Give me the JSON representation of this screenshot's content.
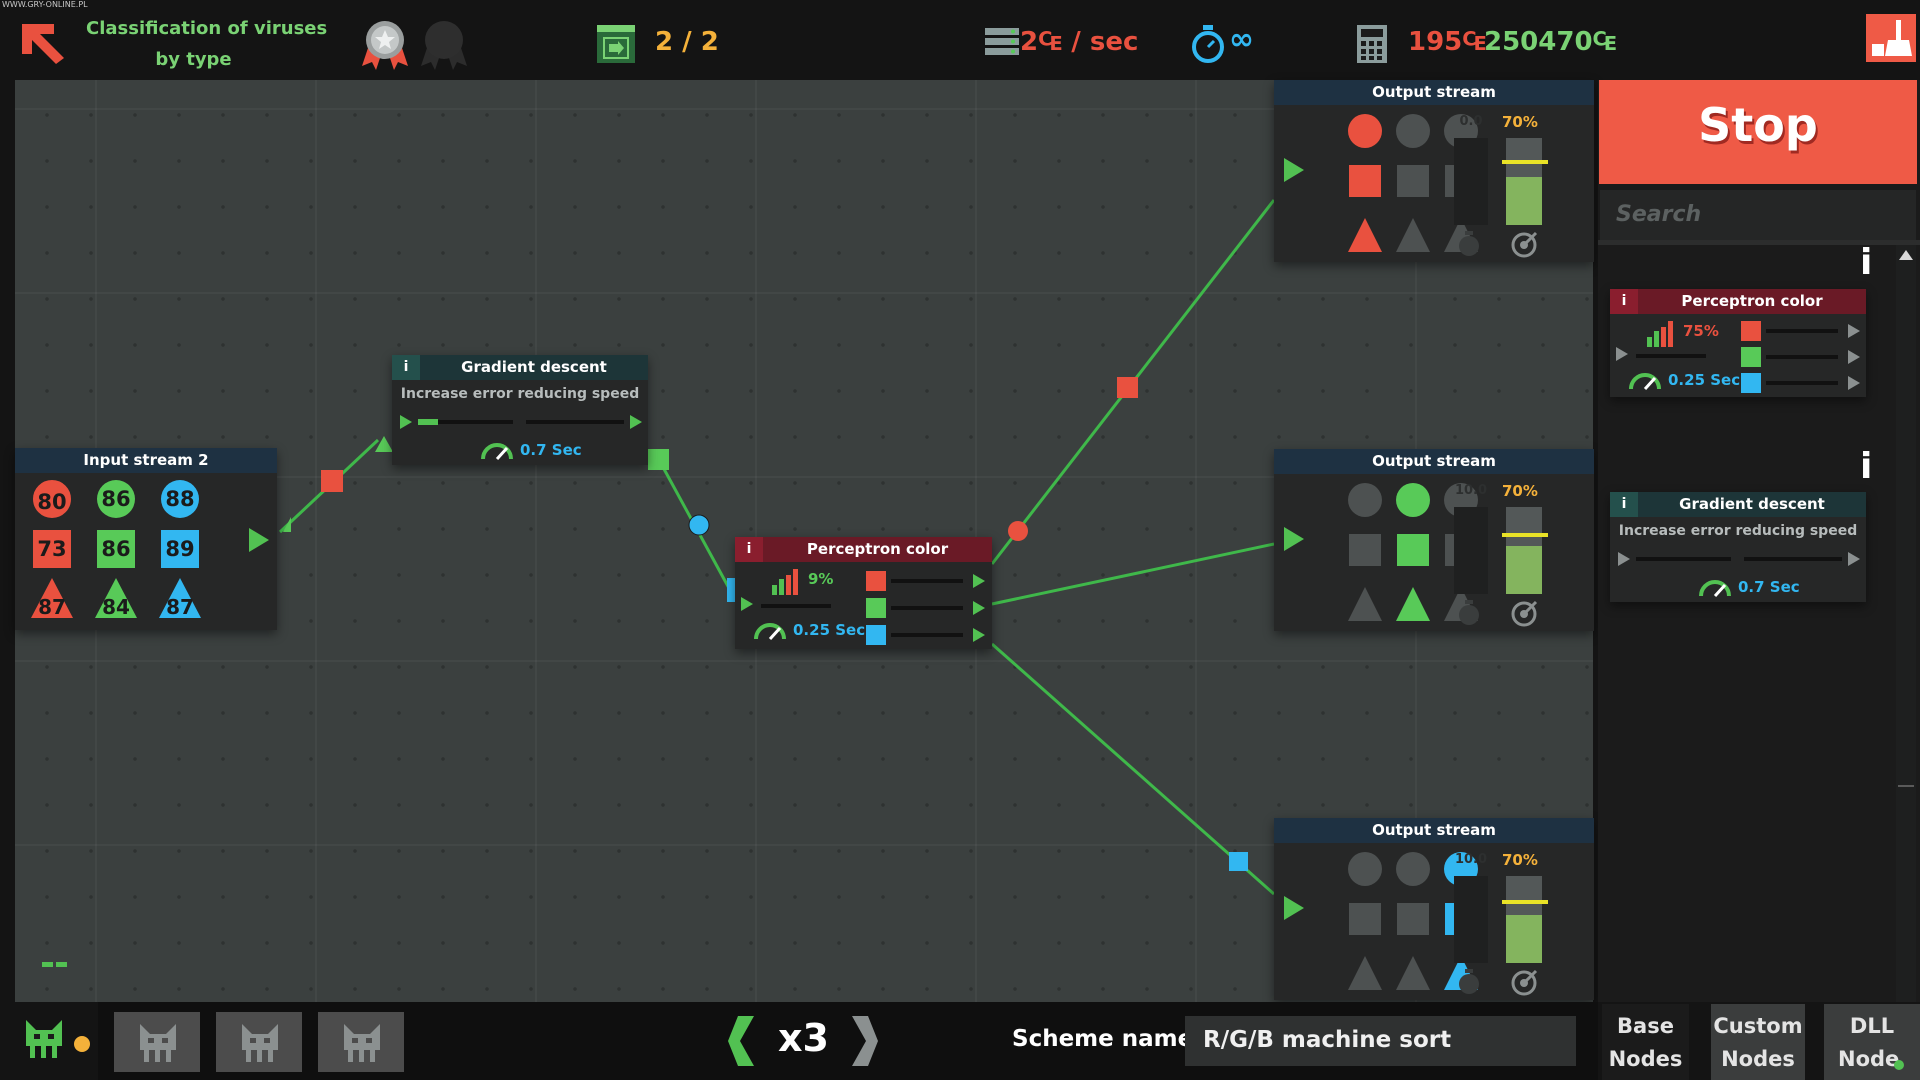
{
  "header": {
    "level_title_line1": "Classification of viruses",
    "level_title_line2": "by type",
    "progress": "2 / 2",
    "income_rate": "2₠ / sec",
    "time_limit": "∞",
    "cost": "195₠",
    "balance": "250470₠"
  },
  "nodes": {
    "input_stream": {
      "title": "Input stream 2",
      "values": [
        [
          "80",
          "86",
          "88"
        ],
        [
          "73",
          "86",
          "89"
        ],
        [
          "87",
          "84",
          "87"
        ]
      ]
    },
    "gradient_descent": {
      "title": "Gradient descent",
      "subtitle": "Increase error reducing speed",
      "speed": "0.7 Sec",
      "info": "i"
    },
    "perceptron": {
      "title": "Perceptron color",
      "accuracy": "9%",
      "speed": "0.25 Sec",
      "info": "i"
    },
    "outputs": [
      {
        "title": "Output stream",
        "percent": "70%",
        "timer": "0.0",
        "fill": 0.55
      },
      {
        "title": "Output stream",
        "percent": "70%",
        "timer": "10.0",
        "fill": 0.55
      },
      {
        "title": "Output stream",
        "percent": "70%",
        "timer": "10.0",
        "fill": 0.55
      }
    ]
  },
  "sidebar": {
    "stop_label": "Stop",
    "search_placeholder": "Search",
    "info_icon": "i",
    "perceptron": {
      "title": "Perceptron color",
      "accuracy": "75%",
      "speed": "0.25 Sec",
      "info": "i"
    },
    "gradient": {
      "title": "Gradient descent",
      "subtitle": "Increase error reducing speed",
      "speed": "0.7 Sec",
      "info": "i"
    },
    "tabs": [
      {
        "line1": "Base",
        "line2": "Nodes"
      },
      {
        "line1": "Custom",
        "line2": "Nodes"
      },
      {
        "line1": "DLL",
        "line2": "Node"
      }
    ]
  },
  "footer": {
    "speed_multiplier": "x3",
    "scheme_label": "Scheme name :",
    "scheme_name": "R/G/B machine sort"
  },
  "watermark": "WWW.GRY-ONLINE.PL",
  "colors": {
    "red": "#e9513f",
    "green": "#58ca58",
    "blue": "#32b7f1",
    "gold": "#f4b13a",
    "mint": "#7ad274",
    "stop_bg": "#ef5a46",
    "wire": "#3fb84a"
  },
  "icons": [
    "back-arrow-icon",
    "medal-icon",
    "medal-locked-icon",
    "exit-level-icon",
    "server-income-icon",
    "stopwatch-icon",
    "calculator-icon",
    "cleanup-broom-icon",
    "speed-gauge-icon",
    "bar-chart-icon",
    "timer-icon",
    "target-icon",
    "cat-robot-icon",
    "chevron-left-icon",
    "chevron-right-icon"
  ]
}
